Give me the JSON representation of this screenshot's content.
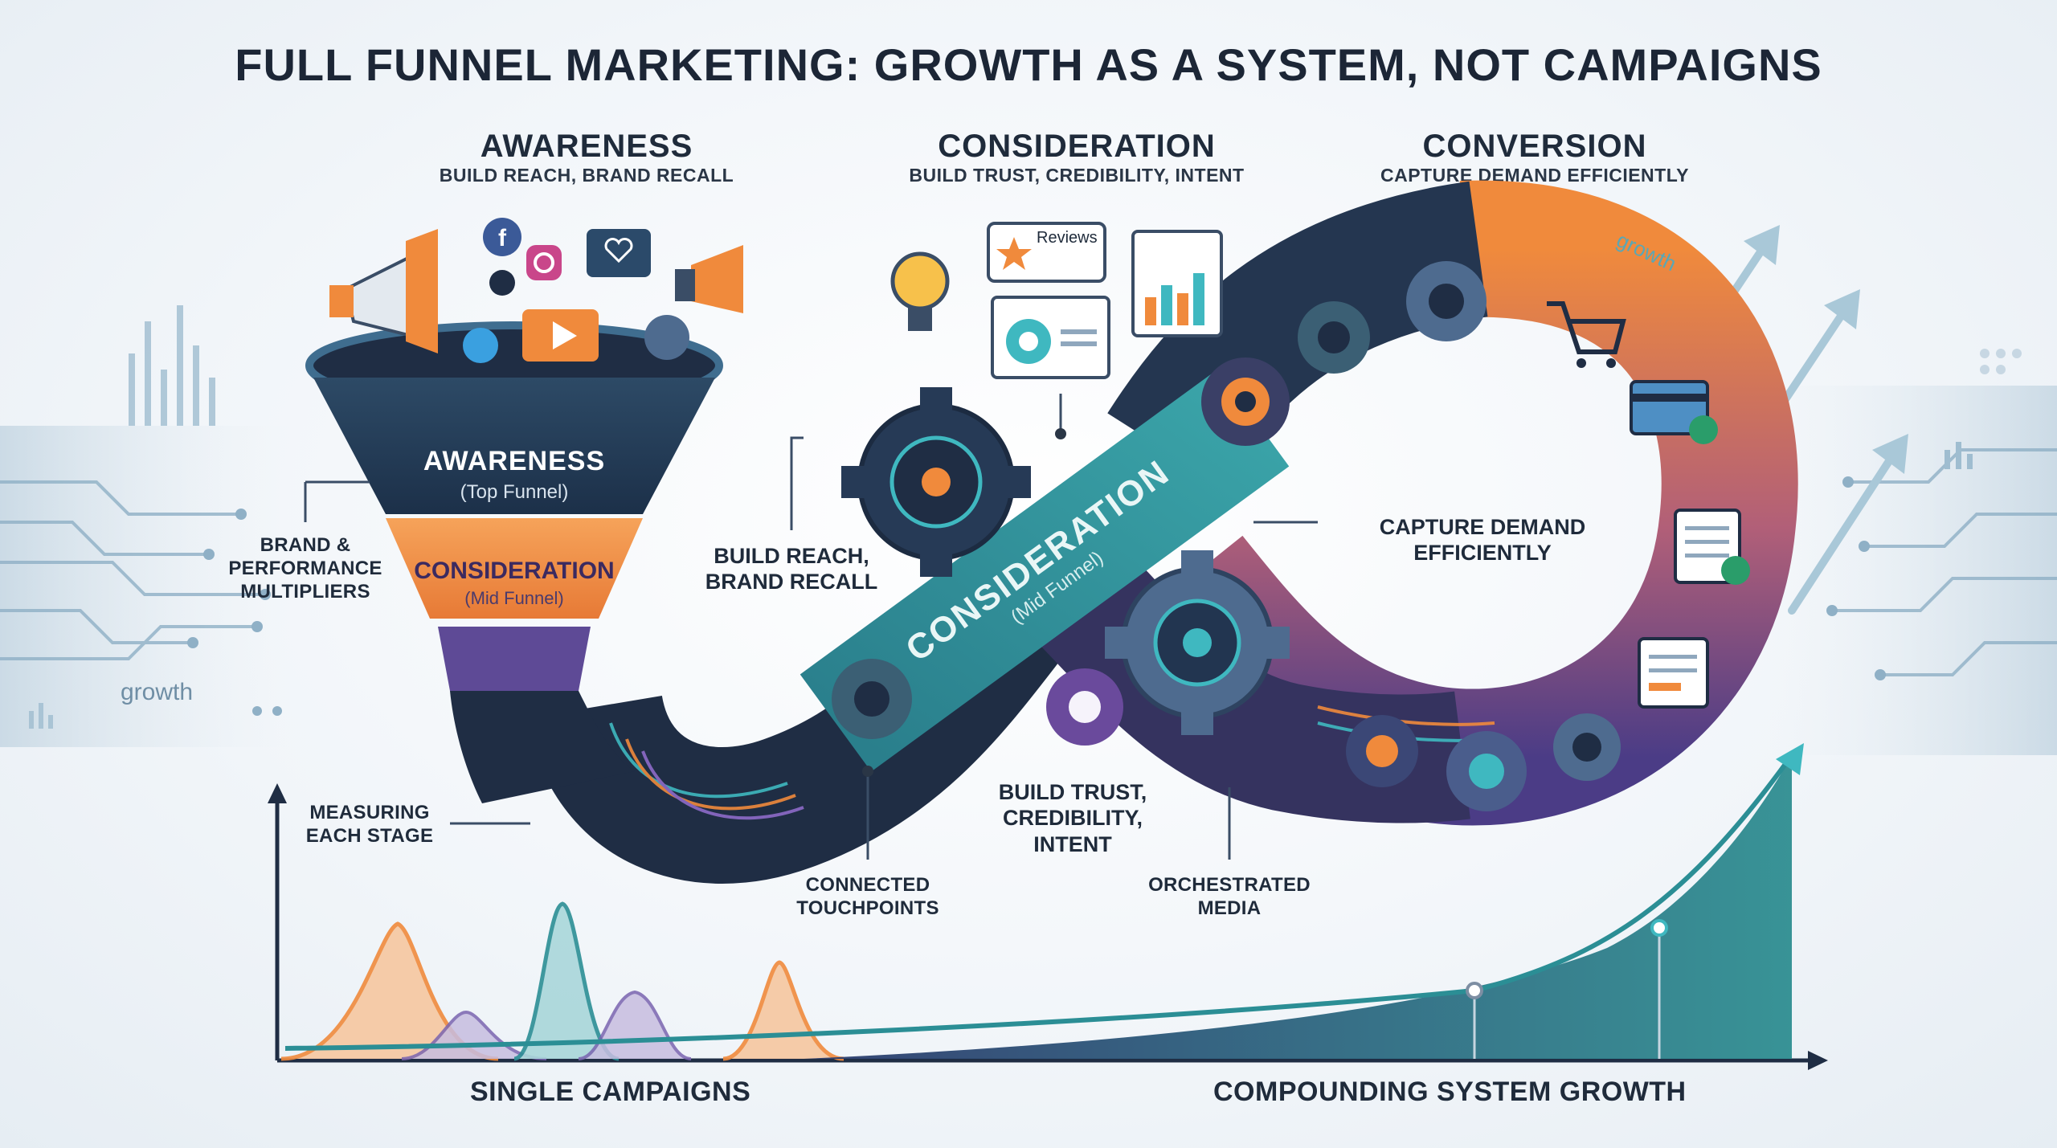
{
  "title": "FULL FUNNEL MARKETING: GROWTH AS A SYSTEM, NOT CAMPAIGNS",
  "stages": [
    {
      "heading": "AWARENESS",
      "subtitle": "BUILD REACH, BRAND RECALL"
    },
    {
      "heading": "CONSIDERATION",
      "subtitle": "BUILD TRUST, CREDIBILITY, INTENT"
    },
    {
      "heading": "CONVERSION",
      "subtitle": "CAPTURE DEMAND EFFICIENTLY"
    }
  ],
  "funnel": {
    "top_label": "AWARENESS",
    "top_sub": "(Top Funnel)",
    "mid_label": "CONSIDERATION",
    "mid_sub": "(Mid Funnel)"
  },
  "band": {
    "label": "CONSIDERATION",
    "sub": "(Mid Funnel)"
  },
  "callouts": {
    "multipliers": "BRAND & PERFORMANCE MULTIPLIERS",
    "reach": "BUILD REACH, BRAND RECALL",
    "capture": "CAPTURE DEMAND EFFICIENTLY",
    "measuring": "MEASURING EACH STAGE",
    "trust": "BUILD TRUST, CREDIBILITY, INTENT",
    "touchpoints": "CONNECTED TOUCHPOINTS",
    "media": "ORCHESTRATED MEDIA",
    "growth_left": "growth",
    "growth_arc": "growth",
    "reviews": "Reviews"
  },
  "bottom": {
    "left": "SINGLE CAMPAIGNS",
    "right": "COMPOUNDING SYSTEM GROWTH"
  },
  "colors": {
    "navy": "#1f2d44",
    "teal": "#2b8e95",
    "orange": "#f08a3c",
    "purple": "#6a4a9c",
    "accent": "#3fb8c0"
  },
  "icons": [
    "megaphone-icon",
    "facebook-icon",
    "instagram-icon",
    "twitter-icon",
    "youtube-icon",
    "tiktok-icon",
    "heart-chat-icon",
    "lightbulb-icon",
    "review-star-icon",
    "dashboard-icon",
    "bar-chart-icon",
    "gear-icon",
    "cart-icon",
    "credit-card-icon",
    "checkout-form-icon",
    "check-icon"
  ]
}
